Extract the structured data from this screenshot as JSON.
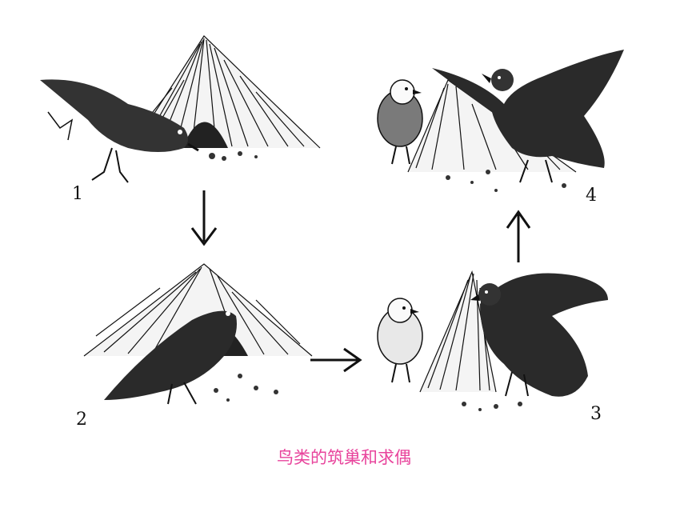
{
  "caption": "鸟类的筑巢和求偶",
  "panels": [
    {
      "number": "1"
    },
    {
      "number": "2"
    },
    {
      "number": "3"
    },
    {
      "number": "4"
    }
  ],
  "colors": {
    "caption": "#e8449c",
    "ink": "#111111",
    "background": "#ffffff"
  },
  "icons": [
    "bird-building-nest-icon",
    "bird-in-bower-icon",
    "courtship-display-icon",
    "mating-display-icon",
    "arrow-icon"
  ]
}
